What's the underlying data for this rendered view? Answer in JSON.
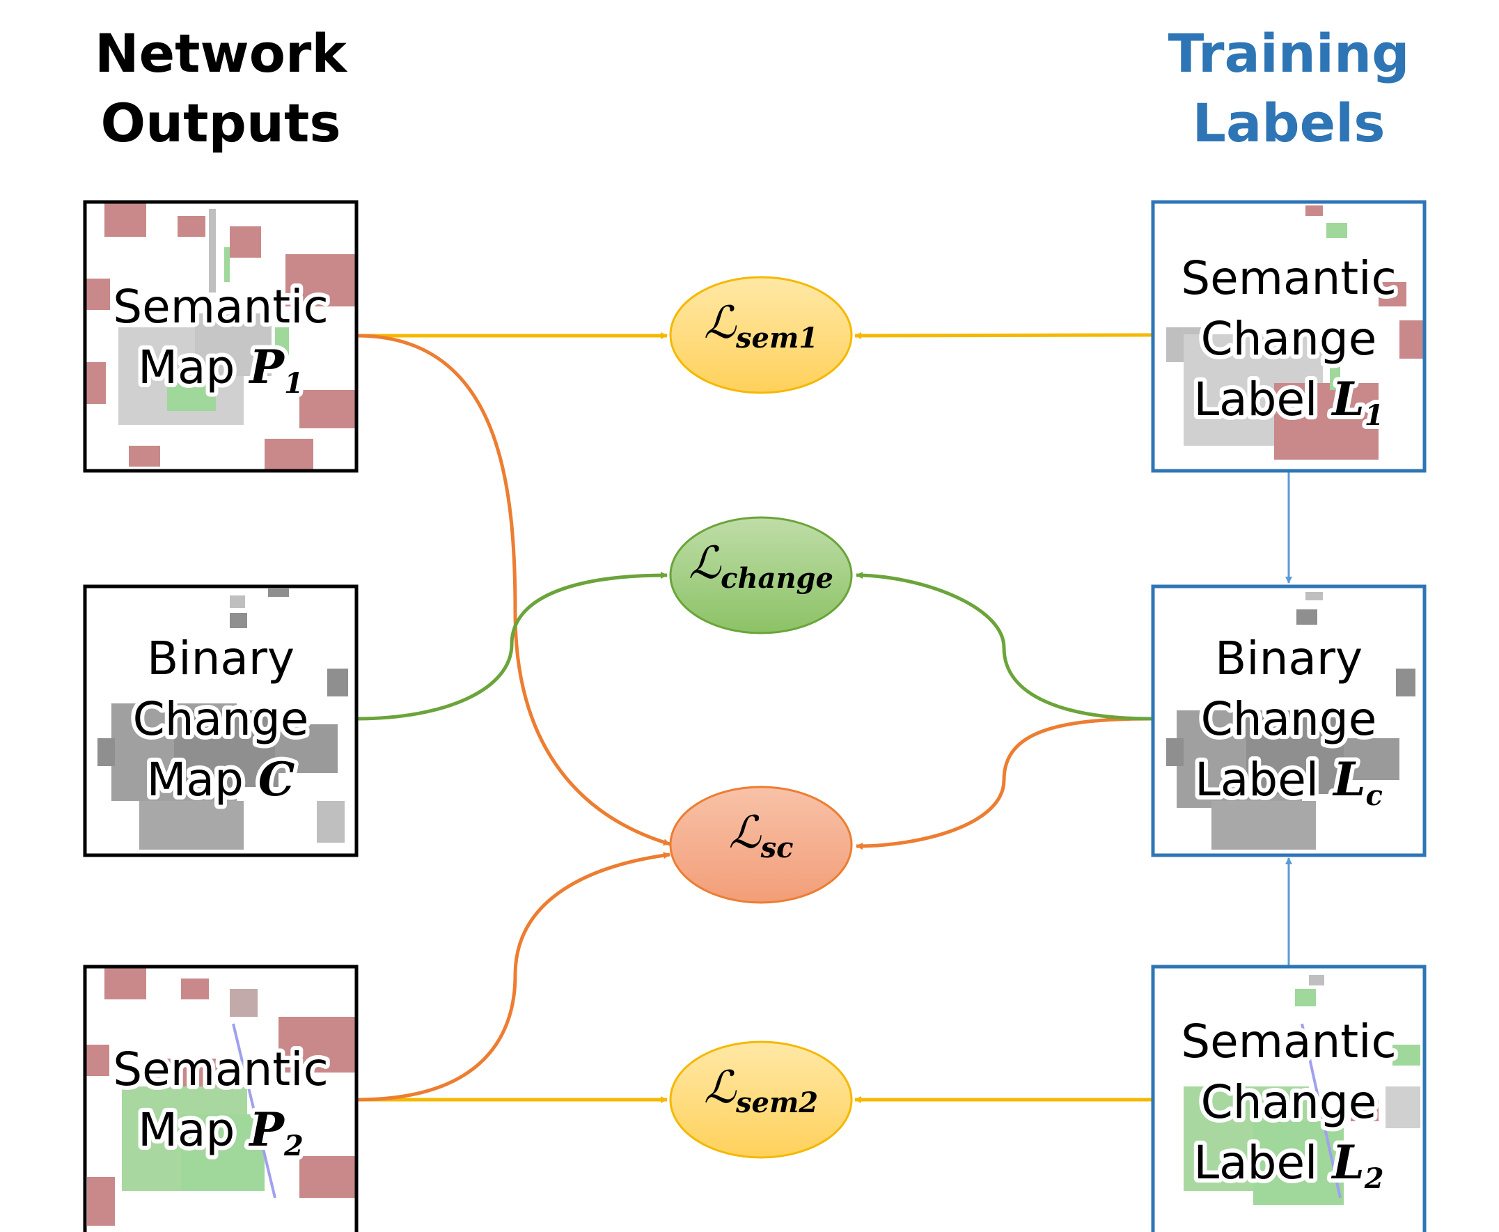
{
  "headers": {
    "left_line1": "Network",
    "left_line2": "Outputs",
    "right_line1": "Training",
    "right_line2": "Labels"
  },
  "outputs": {
    "p1": {
      "line1": "Semantic",
      "line2": "Map",
      "var": "P",
      "sub": "1"
    },
    "c": {
      "line1": "Binary",
      "line2": "Change",
      "line3": "Map",
      "var": "C"
    },
    "p2": {
      "line1": "Semantic",
      "line2": "Map",
      "var": "P",
      "sub": "2"
    }
  },
  "labels": {
    "l1": {
      "line1": "Semantic",
      "line2": "Change",
      "line3": "Label",
      "var": "L",
      "sub": "1"
    },
    "lc": {
      "line1": "Binary",
      "line2": "Change",
      "line3": "Label",
      "var": "L",
      "sub": "c"
    },
    "l2": {
      "line1": "Semantic",
      "line2": "Change",
      "line3": "Label",
      "var": "L",
      "sub": "2"
    }
  },
  "losses": {
    "sem1": {
      "symbol": "ℒ",
      "sub": "sem1"
    },
    "change": {
      "symbol": "ℒ",
      "sub": "change"
    },
    "sc": {
      "symbol": "ℒ",
      "sub": "sc"
    },
    "sem2": {
      "symbol": "ℒ",
      "sub": "sem2"
    }
  },
  "colors": {
    "yellow_arrow": "#F5B800",
    "orange_arrow": "#ED7D31",
    "green_arrow": "#6BA43A",
    "blue_arrow": "#5B9BD5",
    "blue_header": "#2E75B6",
    "label_box_border": "#2E75B6",
    "sem_loss_fill": "#FFD966",
    "change_loss_fill": "#A9D18E",
    "sc_loss_fill": "#F4A582",
    "map_red": "#C9898A",
    "map_green": "#9FD89A",
    "map_gray": "#BFBFBF",
    "map_darkgray": "#8F8F8F"
  }
}
